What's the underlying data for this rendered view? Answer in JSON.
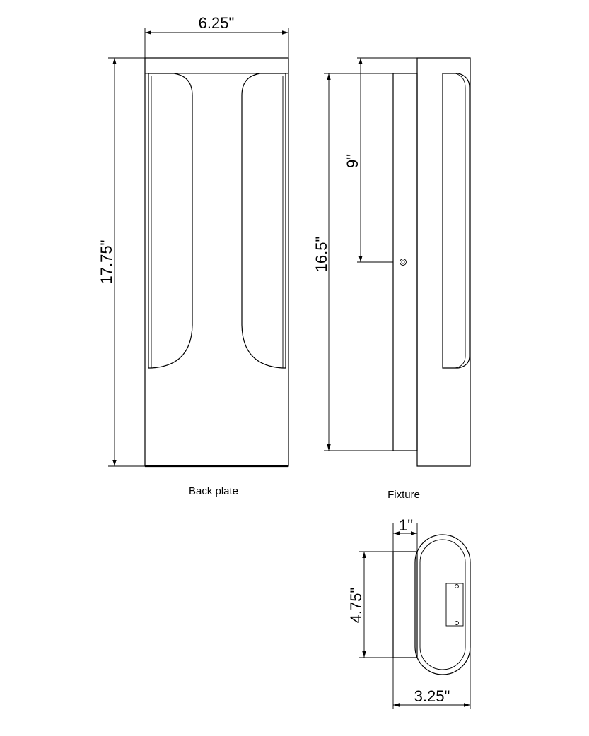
{
  "views": {
    "back_plate": {
      "caption": "Back plate",
      "width_label": "6.25\"",
      "height_label": "17.75\""
    },
    "fixture": {
      "caption": "Fixture",
      "height_label": "16.5\"",
      "mount_label": "9\""
    },
    "top": {
      "depth_label": "1\"",
      "height_label": "4.75\"",
      "width_label": "3.25\""
    }
  },
  "colors": {
    "line": "#000000",
    "background": "#ffffff"
  }
}
